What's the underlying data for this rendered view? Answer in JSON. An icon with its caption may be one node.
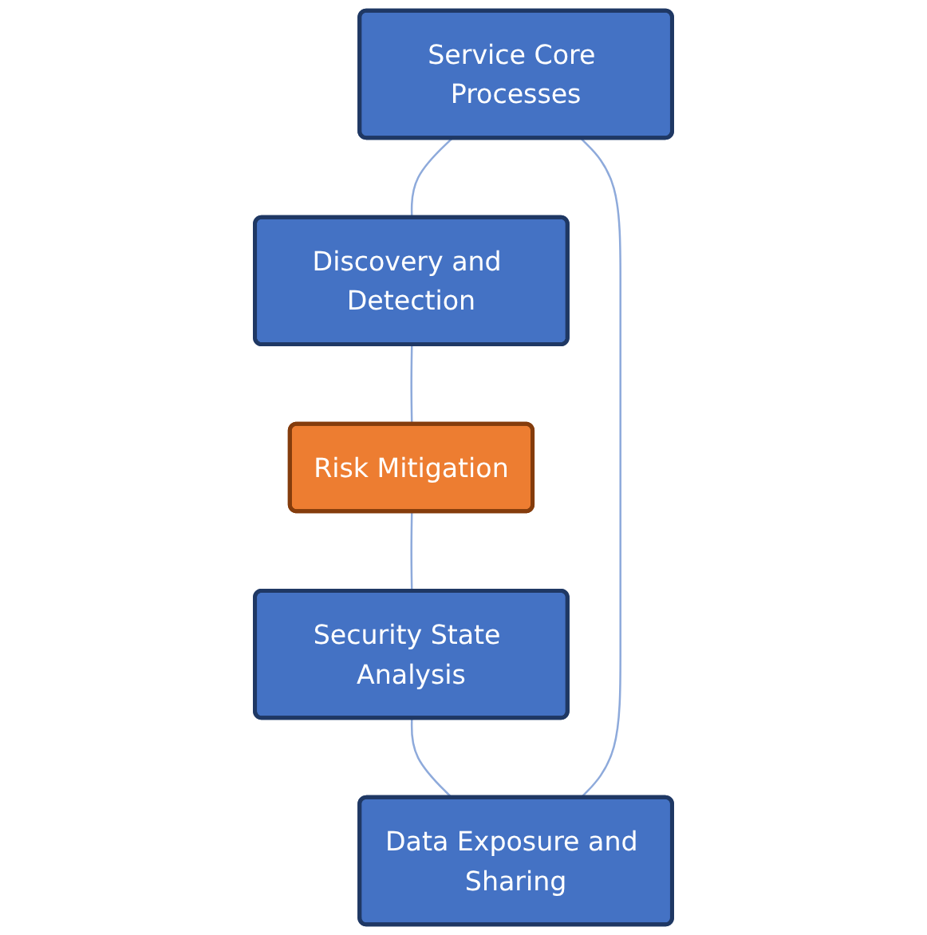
{
  "diagram": {
    "nodes": [
      {
        "text": [
          "Service Core Processes"
        ]
      },
      {
        "text": [
          "Discovery and Detection"
        ]
      },
      {
        "text": [
          "Risk Mitigation"
        ]
      },
      {
        "text": [
          "Security State Analysis"
        ]
      },
      {
        "text": [
          "Data Exposure and Sharing"
        ]
      }
    ],
    "edges": [
      {
        "from": 0,
        "to": 1,
        "arrow": "none"
      },
      {
        "from": 1,
        "to": 2,
        "arrow": "none"
      },
      {
        "from": 2,
        "to": 3,
        "arrow": "none"
      },
      {
        "from": 3,
        "to": 4,
        "arrow": "none"
      },
      {
        "from": 4,
        "to": 0,
        "arrow": "none"
      }
    ]
  }
}
